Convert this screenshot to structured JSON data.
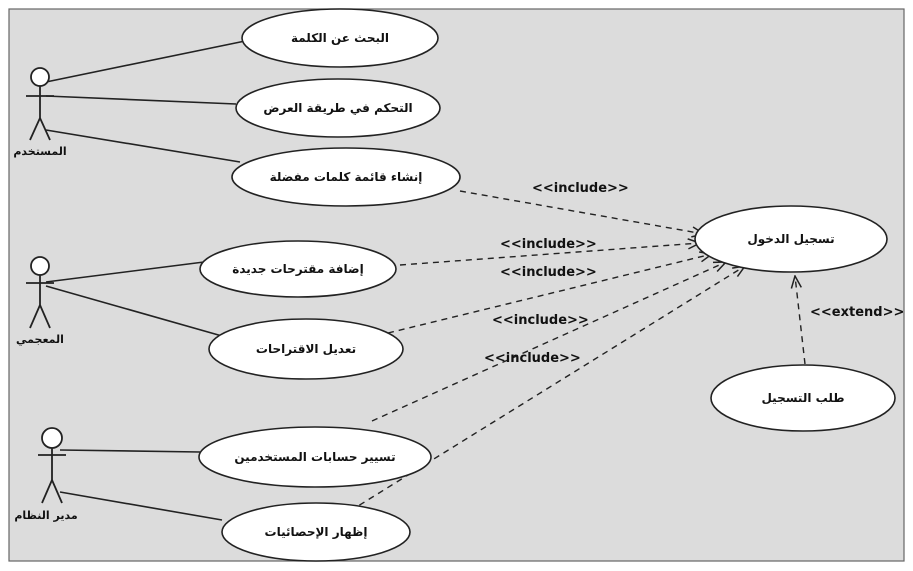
{
  "diagram": {
    "colors": {
      "page": "#ffffff",
      "canvas": "#dcdcdc",
      "frame": "#666666",
      "usecase_fill": "#ffffff",
      "line": "#222222"
    },
    "actors": {
      "user": "المستخدم",
      "lexicographer": "المعجمي",
      "admin": "مدير النظام"
    },
    "usecases": {
      "search_word": "البحث عن الكلمة",
      "display_control": "التحكم في طريقة العرض",
      "favorites_list": "إنشاء قائمة كلمات مفضلة",
      "add_suggestions": "إضافة مقترحات جديدة",
      "edit_suggestions": "تعديل الاقتراحات",
      "manage_accounts": "تسيير حسابات المستخدمين",
      "show_stats": "إظهار الإحصائيات",
      "login": "تسجيل الدخول",
      "register_request": "طلب التسجيل"
    },
    "relations": {
      "include": "<<include>>",
      "extend": "<<extend>>"
    }
  }
}
